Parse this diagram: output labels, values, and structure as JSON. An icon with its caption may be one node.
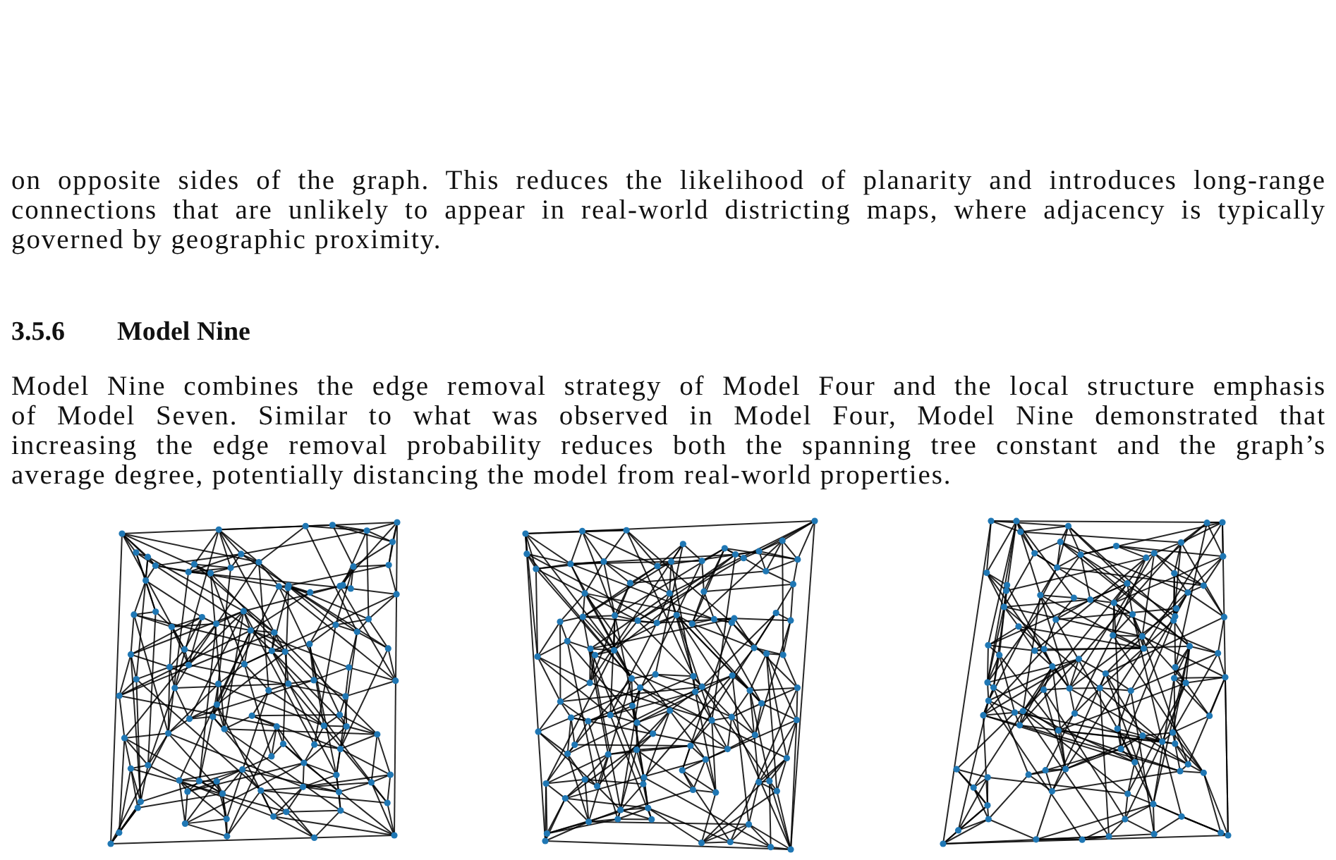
{
  "diagram": {
    "labels": [
      "on opposite sides of the graph. This reduces the likelihood of planarity and introduces long-range connections that are unlikely to appear in real-world districting maps, where adjacency is typically governed by geographic proximity.",
      "3.5.6",
      "Model Nine",
      "Model Nine combines the edge removal strategy of Model Four and the local structure emphasis of Model Seven. Similar to what was observed in Model Four, Model Nine demonstrated that increasing the edge removal probability reduces both the spanning tree constant and the graph’s average degree, potentially distancing the model from real-world properties."
    ]
  }
}
